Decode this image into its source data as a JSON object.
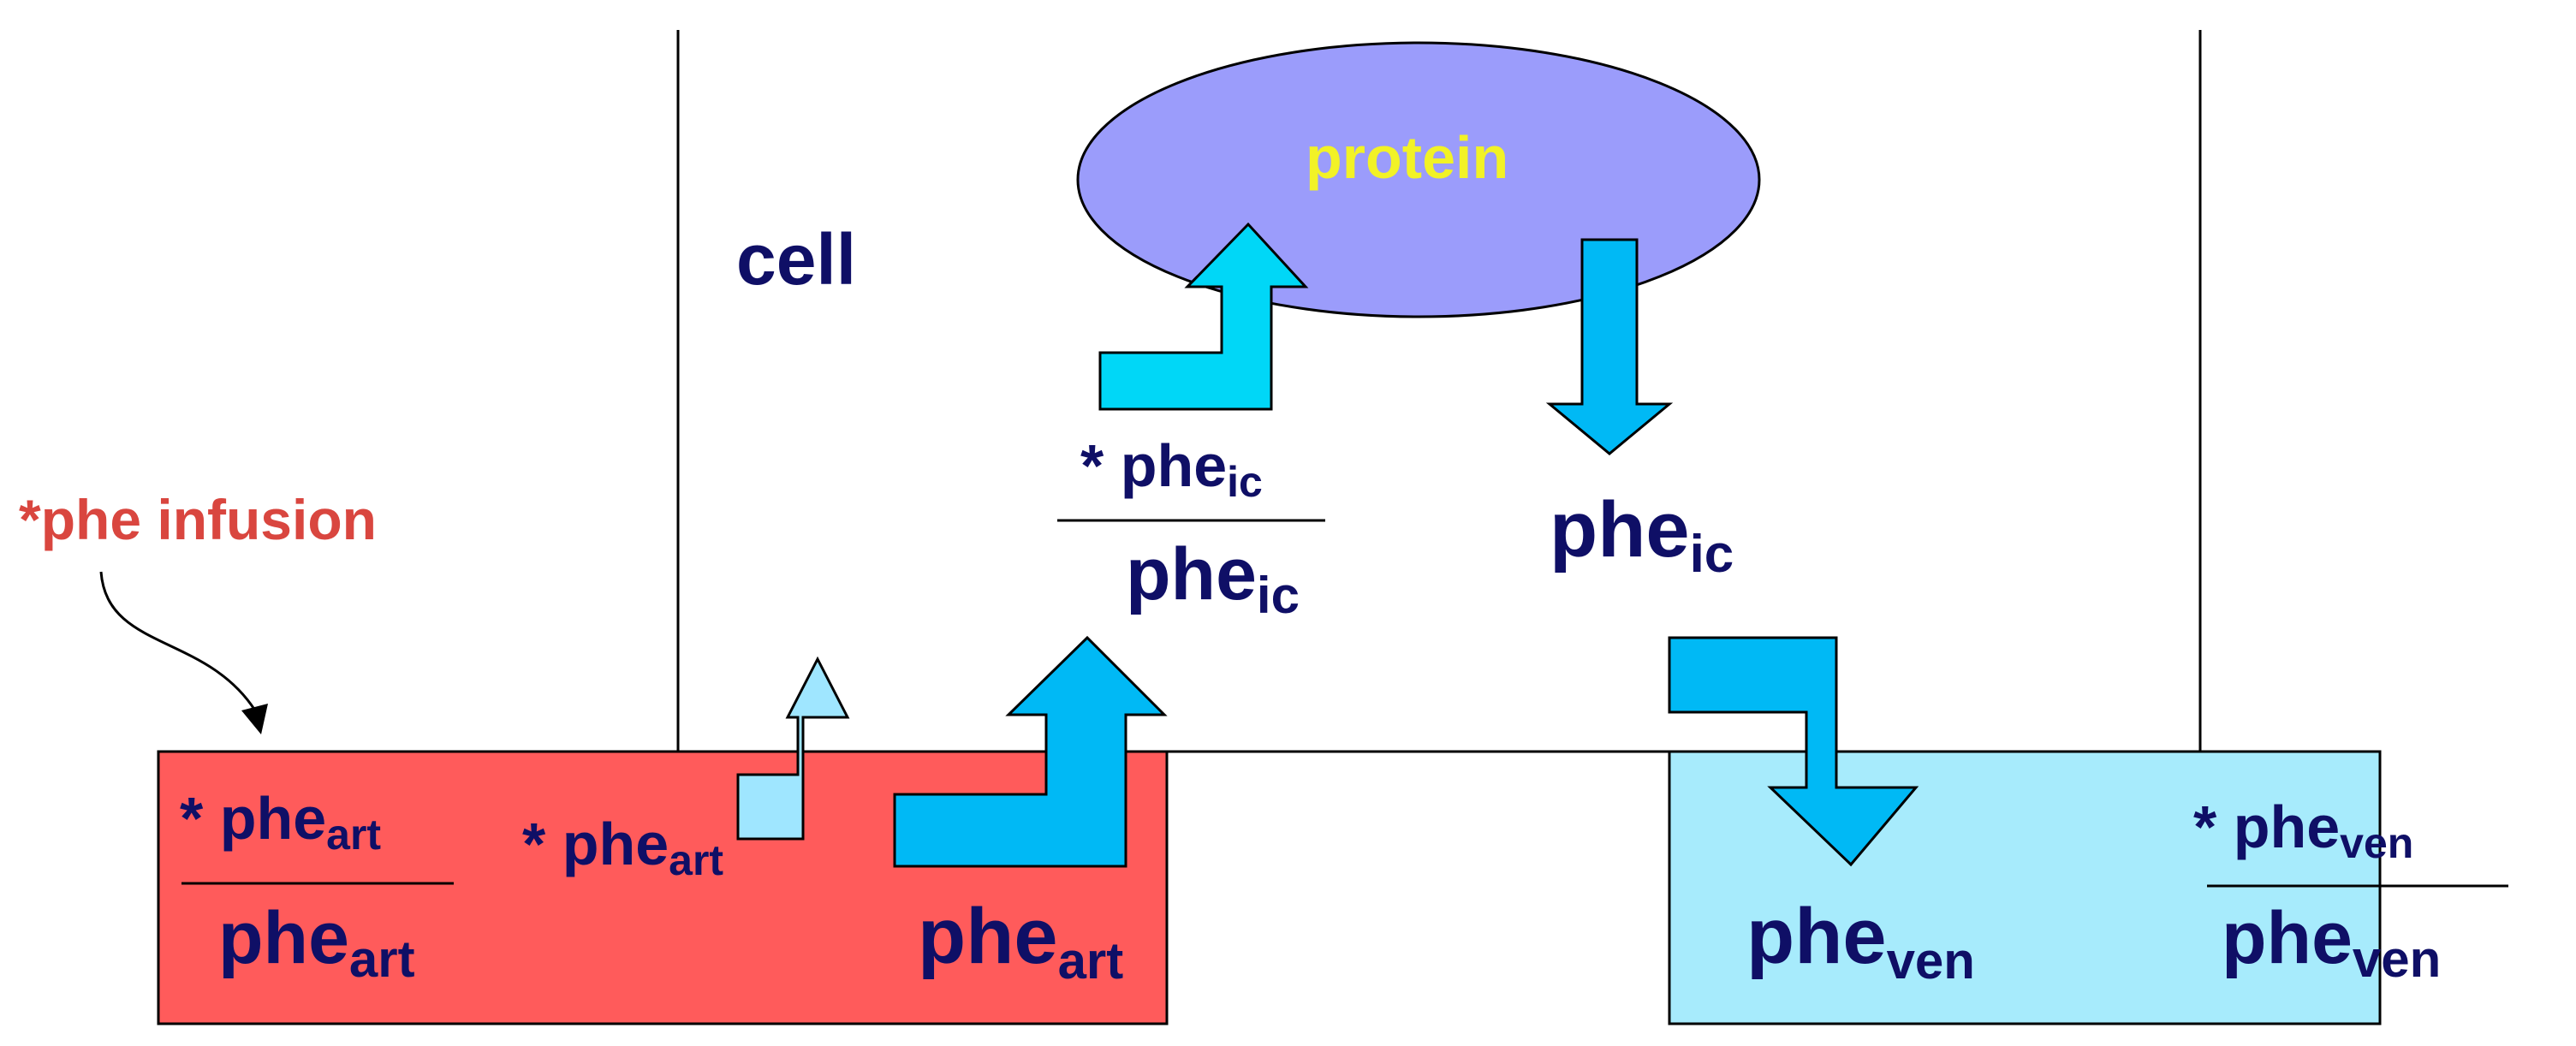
{
  "colors": {
    "artery_box": "#ff5b5b",
    "vein_box": "#a7ebfc",
    "protein_ellipse": "#9b9cfb",
    "arrow_bright_cyan": "#00d7f7",
    "arrow_cyan": "#00b9f5",
    "arrow_light": "#9fe6ff",
    "text_navy": "#0f0f66",
    "text_red": "#d9463f",
    "text_yellow": "#f2f226",
    "outline": "#000000"
  },
  "labels": {
    "infusion_star": "*",
    "infusion_text": "phe infusion",
    "cell": "cell",
    "protein": "protein",
    "star": "* ",
    "phe": "phe",
    "sub_art": "art",
    "sub_ic": "ic",
    "sub_ven": "ven"
  }
}
